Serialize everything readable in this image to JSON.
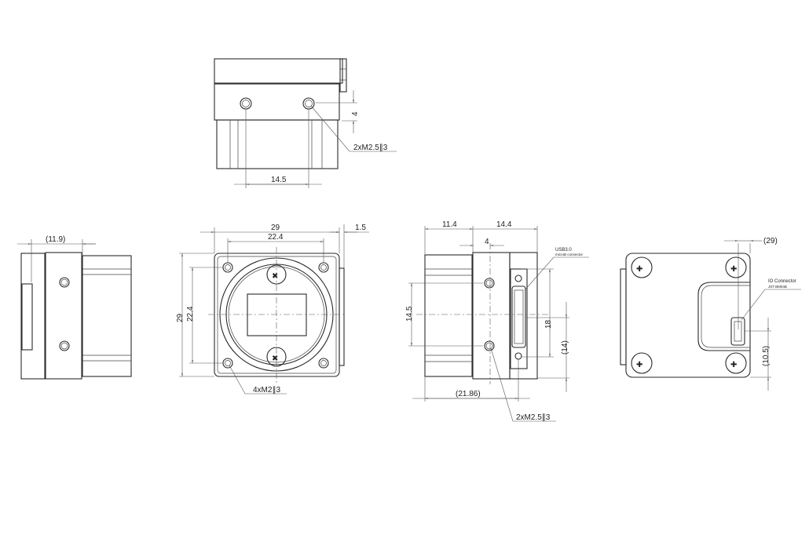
{
  "top_view": {
    "dim_width": "14.5",
    "dim_height": "4",
    "hole_label": "2xM2.5∥3"
  },
  "left_view": {
    "dim_depth": "(11.9)"
  },
  "front_view": {
    "dim_width": "29",
    "dim_hole_pitch": "22.4",
    "dim_tab": "1.5",
    "dim_height": "29",
    "dim_hole_pitch_v": "22.4",
    "hole_label": "4xM2∥3"
  },
  "side_view": {
    "dim_front": "11.4",
    "dim_rear": "14.4",
    "dim_hole_offset": "4",
    "dim_hole_pitch": "14.5",
    "dim_plate": "18",
    "dim_connector": "(14)",
    "dim_total": "(21.86)",
    "hole_label": "2xM2.5∥3",
    "usb_label": "USB3.0",
    "usb_sub": "microB connector"
  },
  "back_view": {
    "dim_width": "(29)",
    "dim_io_height": "(10.5)",
    "io_label": "IO Connector",
    "io_sub": "JST BM04B"
  }
}
